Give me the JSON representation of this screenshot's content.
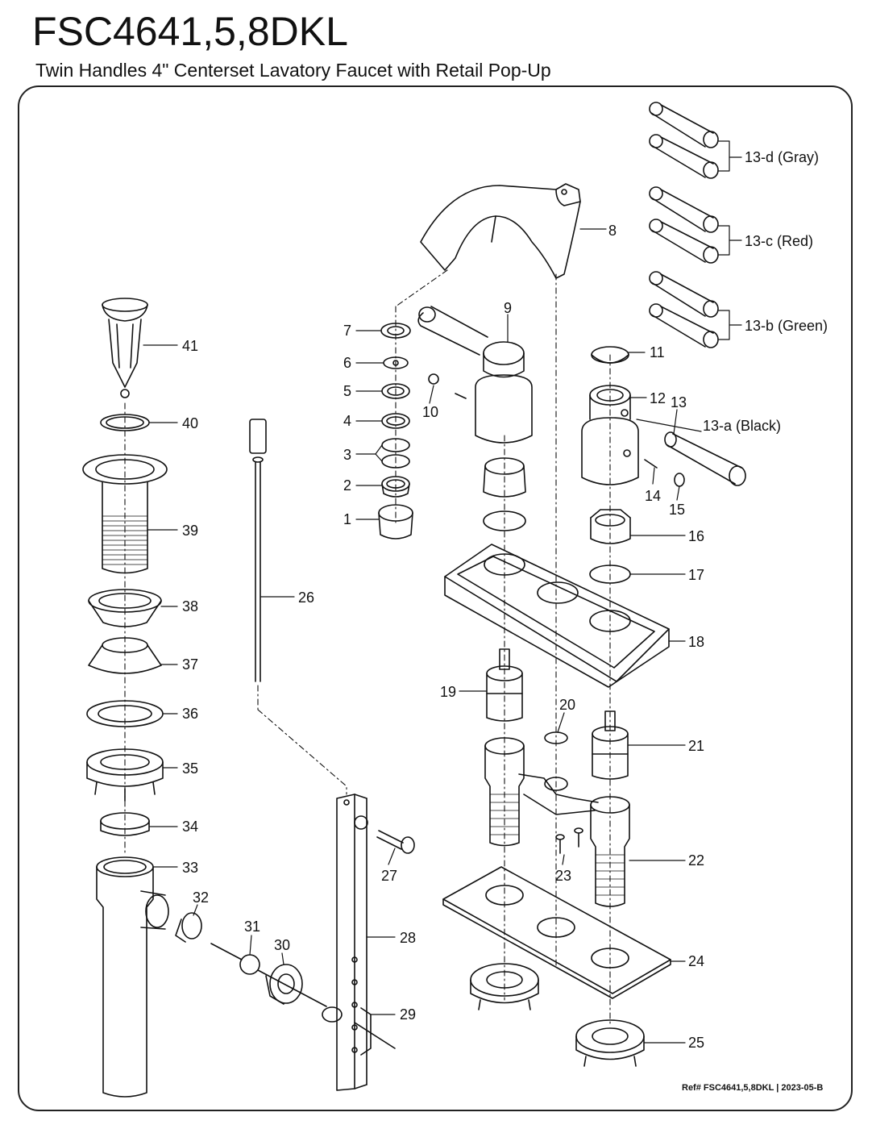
{
  "header": {
    "model": "FSC4641,5,8DKL",
    "subtitle": "Twin Handles 4\" Centerset Lavatory Faucet with Retail Pop-Up"
  },
  "footer": {
    "ref_prefix": "Ref#",
    "ref_model": "FSC4641,5,8DKL",
    "separator": "|",
    "ref_code": "2023-05-B"
  },
  "parts": [
    {
      "id": "p1",
      "label": "1"
    },
    {
      "id": "p2",
      "label": "2"
    },
    {
      "id": "p3",
      "label": "3"
    },
    {
      "id": "p4",
      "label": "4"
    },
    {
      "id": "p5",
      "label": "5"
    },
    {
      "id": "p6",
      "label": "6"
    },
    {
      "id": "p7",
      "label": "7"
    },
    {
      "id": "p8",
      "label": "8"
    },
    {
      "id": "p9",
      "label": "9"
    },
    {
      "id": "p10",
      "label": "10"
    },
    {
      "id": "p11",
      "label": "11"
    },
    {
      "id": "p12",
      "label": "12"
    },
    {
      "id": "p13",
      "label": "13"
    },
    {
      "id": "p13a",
      "label": "13-a (Black)"
    },
    {
      "id": "p13b",
      "label": "13-b (Green)"
    },
    {
      "id": "p13c",
      "label": "13-c (Red)"
    },
    {
      "id": "p13d",
      "label": "13-d (Gray)"
    },
    {
      "id": "p14",
      "label": "14"
    },
    {
      "id": "p15",
      "label": "15"
    },
    {
      "id": "p16",
      "label": "16"
    },
    {
      "id": "p17",
      "label": "17"
    },
    {
      "id": "p18",
      "label": "18"
    },
    {
      "id": "p19",
      "label": "19"
    },
    {
      "id": "p20",
      "label": "20"
    },
    {
      "id": "p21",
      "label": "21"
    },
    {
      "id": "p22",
      "label": "22"
    },
    {
      "id": "p23",
      "label": "23"
    },
    {
      "id": "p24",
      "label": "24"
    },
    {
      "id": "p25",
      "label": "25"
    },
    {
      "id": "p26",
      "label": "26"
    },
    {
      "id": "p27",
      "label": "27"
    },
    {
      "id": "p28",
      "label": "28"
    },
    {
      "id": "p29",
      "label": "29"
    },
    {
      "id": "p30",
      "label": "30"
    },
    {
      "id": "p31",
      "label": "31"
    },
    {
      "id": "p32",
      "label": "32"
    },
    {
      "id": "p33",
      "label": "33"
    },
    {
      "id": "p34",
      "label": "34"
    },
    {
      "id": "p35",
      "label": "35"
    },
    {
      "id": "p36",
      "label": "36"
    },
    {
      "id": "p37",
      "label": "37"
    },
    {
      "id": "p38",
      "label": "38"
    },
    {
      "id": "p39",
      "label": "39"
    },
    {
      "id": "p40",
      "label": "40"
    },
    {
      "id": "p41",
      "label": "41"
    }
  ]
}
